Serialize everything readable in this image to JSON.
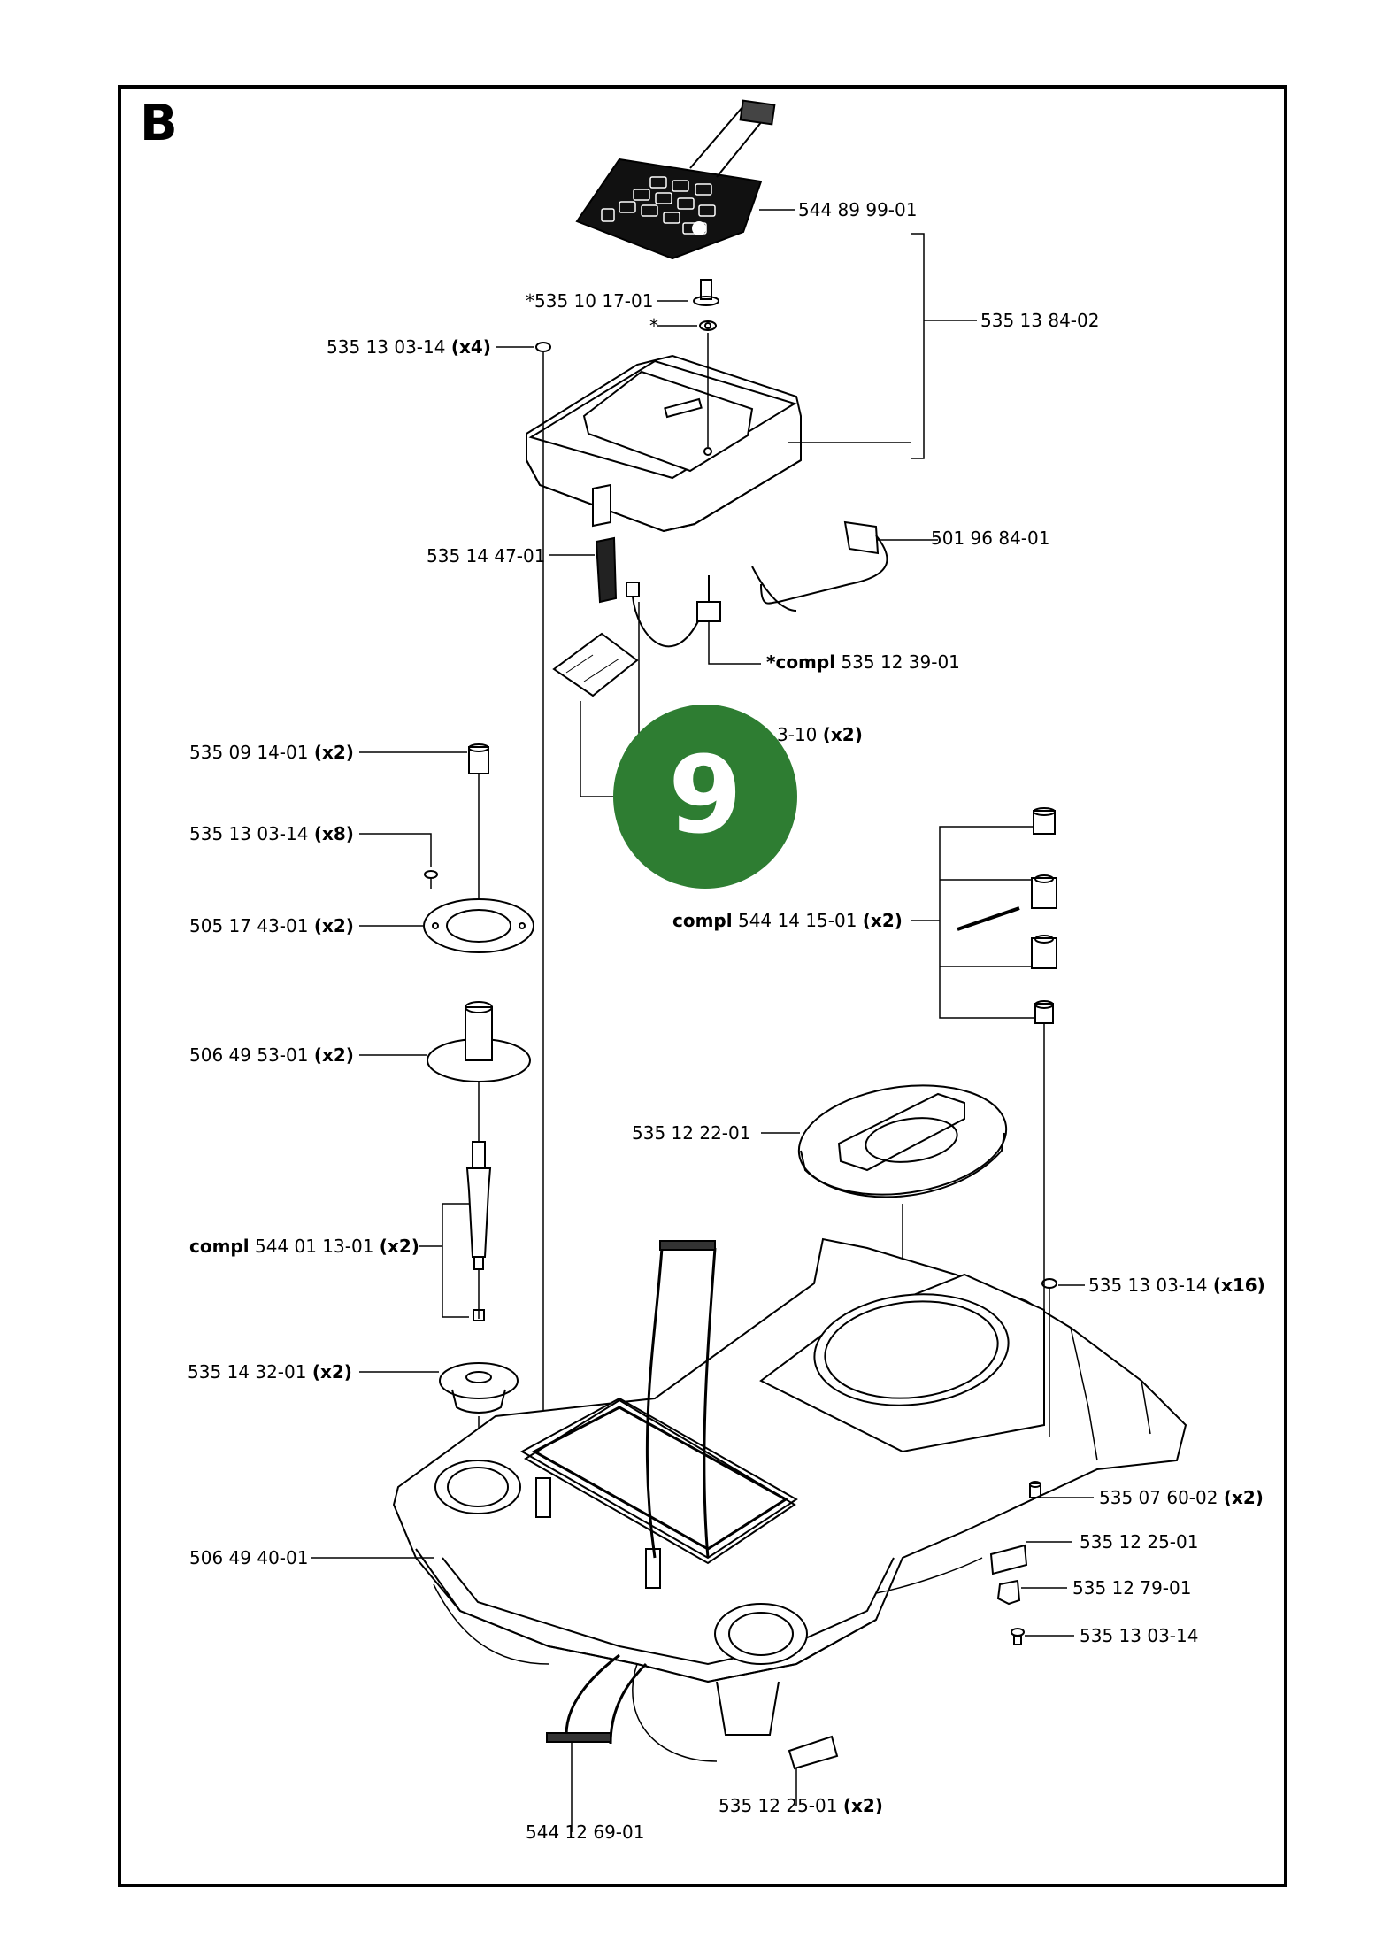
{
  "section_letter": "B",
  "page_badge": "9",
  "colors": {
    "badge": "#2e7d32",
    "frame": "#000000"
  },
  "labels": {
    "keypad": {
      "part": "544 89 99-01",
      "prefix": "",
      "qty": ""
    },
    "cover_assembly": {
      "part": "535 13 84-02",
      "prefix": "",
      "qty": ""
    },
    "knob": {
      "part": "*535 10 17-01",
      "prefix": "",
      "qty": ""
    },
    "washer": {
      "part": "*",
      "prefix": "",
      "qty": ""
    },
    "cover_screw": {
      "part": "535 13 03-14",
      "prefix": "",
      "qty": "(x4)"
    },
    "bracket": {
      "part": "501 96 84-01",
      "prefix": "",
      "qty": ""
    },
    "clip": {
      "part": "535 14 47-01",
      "prefix": "",
      "qty": ""
    },
    "cable_compl": {
      "part": "535 12 39-01",
      "prefix": "*compl",
      "qty": ""
    },
    "board_screw": {
      "part": "3-10",
      "prefix": "",
      "qty": "(x2)"
    },
    "spacer": {
      "part": "535 09 14-01",
      "prefix": "",
      "qty": "(x2)"
    },
    "ring_screw": {
      "part": "535 13 03-14",
      "prefix": "",
      "qty": "(x8)"
    },
    "ring": {
      "part": "505 17 43-01",
      "prefix": "",
      "qty": "(x2)"
    },
    "shaft": {
      "part": "506 49 53-01",
      "prefix": "",
      "qty": "(x2)"
    },
    "hinge_compl": {
      "part": "544 14 15-01",
      "prefix": "compl",
      "qty": "(x2)"
    },
    "hatch": {
      "part": "535 12 22-01",
      "prefix": "",
      "qty": ""
    },
    "sensor_compl": {
      "part": "544 01 13-01",
      "prefix": "compl",
      "qty": "(x2)"
    },
    "chassis_screw": {
      "part": "535 13 03-14",
      "prefix": "",
      "qty": "(x16)"
    },
    "bushing": {
      "part": "535 14 32-01",
      "prefix": "",
      "qty": "(x2)"
    },
    "pin": {
      "part": "535 07 60-02",
      "prefix": "",
      "qty": "(x2)"
    },
    "plate": {
      "part": "535 12 25-01",
      "prefix": "",
      "qty": ""
    },
    "chassis": {
      "part": "506 49 40-01",
      "prefix": "",
      "qty": ""
    },
    "clamp": {
      "part": "535 12 79-01",
      "prefix": "",
      "qty": ""
    },
    "screw_single": {
      "part": "535 13 03-14",
      "prefix": "",
      "qty": ""
    },
    "plate_bottom": {
      "part": "535 12 25-01",
      "prefix": "",
      "qty": "(x2)"
    },
    "ribbon_cable": {
      "part": "544 12 69-01",
      "prefix": "",
      "qty": ""
    }
  }
}
